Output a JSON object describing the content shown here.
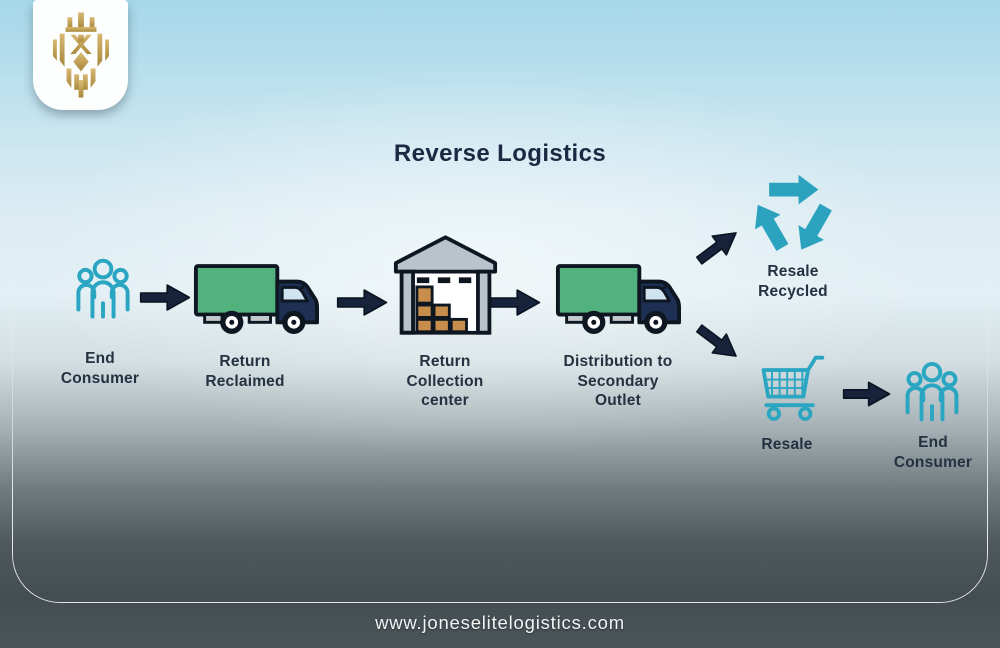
{
  "logo": {
    "alt": "jones-elite-logistics-gold-lion-emblem"
  },
  "title": "Reverse Logistics",
  "footer": {
    "website": "www.joneselitelogistics.com"
  },
  "colors": {
    "icon_teal": "#2ba6c2",
    "truck_green": "#52b27d",
    "arrow_navy": "#16233a",
    "cab_navy": "#1d3054",
    "roof_gray": "#b9c3cc",
    "box_brown": "#c78e4b",
    "gold": "#c2a155",
    "title_text": "#1b2a42",
    "label_text": "#243140",
    "footer_text": "#f2f4f5",
    "background_top": "#a6d8e9",
    "background_bottom": "#454f53"
  },
  "flow": {
    "nodes": [
      {
        "id": "end-consumer-left",
        "icon": "people-group-icon",
        "lines": [
          "End",
          "Consumer"
        ]
      },
      {
        "id": "return-reclaimed",
        "icon": "truck-icon",
        "lines": [
          "Return",
          "Reclaimed"
        ]
      },
      {
        "id": "return-collection-center",
        "icon": "warehouse-icon",
        "lines": [
          "Return",
          "Collection",
          "center"
        ]
      },
      {
        "id": "distribution-to-secondary-outlet",
        "icon": "truck-icon",
        "lines": [
          "Distribution to",
          "Secondary",
          "Outlet"
        ]
      },
      {
        "id": "resale-recycled",
        "icon": "recycle-icon",
        "lines": [
          "Resale",
          "Recycled"
        ]
      },
      {
        "id": "resale",
        "icon": "shopping-cart-icon",
        "lines": [
          "Resale"
        ]
      },
      {
        "id": "end-consumer-right",
        "icon": "people-group-icon",
        "lines": [
          "End",
          "Consumer"
        ]
      }
    ],
    "arrows": [
      {
        "id": "arrow-1",
        "direction": "right"
      },
      {
        "id": "arrow-2",
        "direction": "right"
      },
      {
        "id": "arrow-3",
        "direction": "right"
      },
      {
        "id": "arrow-4",
        "direction": "up-right"
      },
      {
        "id": "arrow-5",
        "direction": "down-right"
      },
      {
        "id": "arrow-6",
        "direction": "right"
      }
    ]
  }
}
